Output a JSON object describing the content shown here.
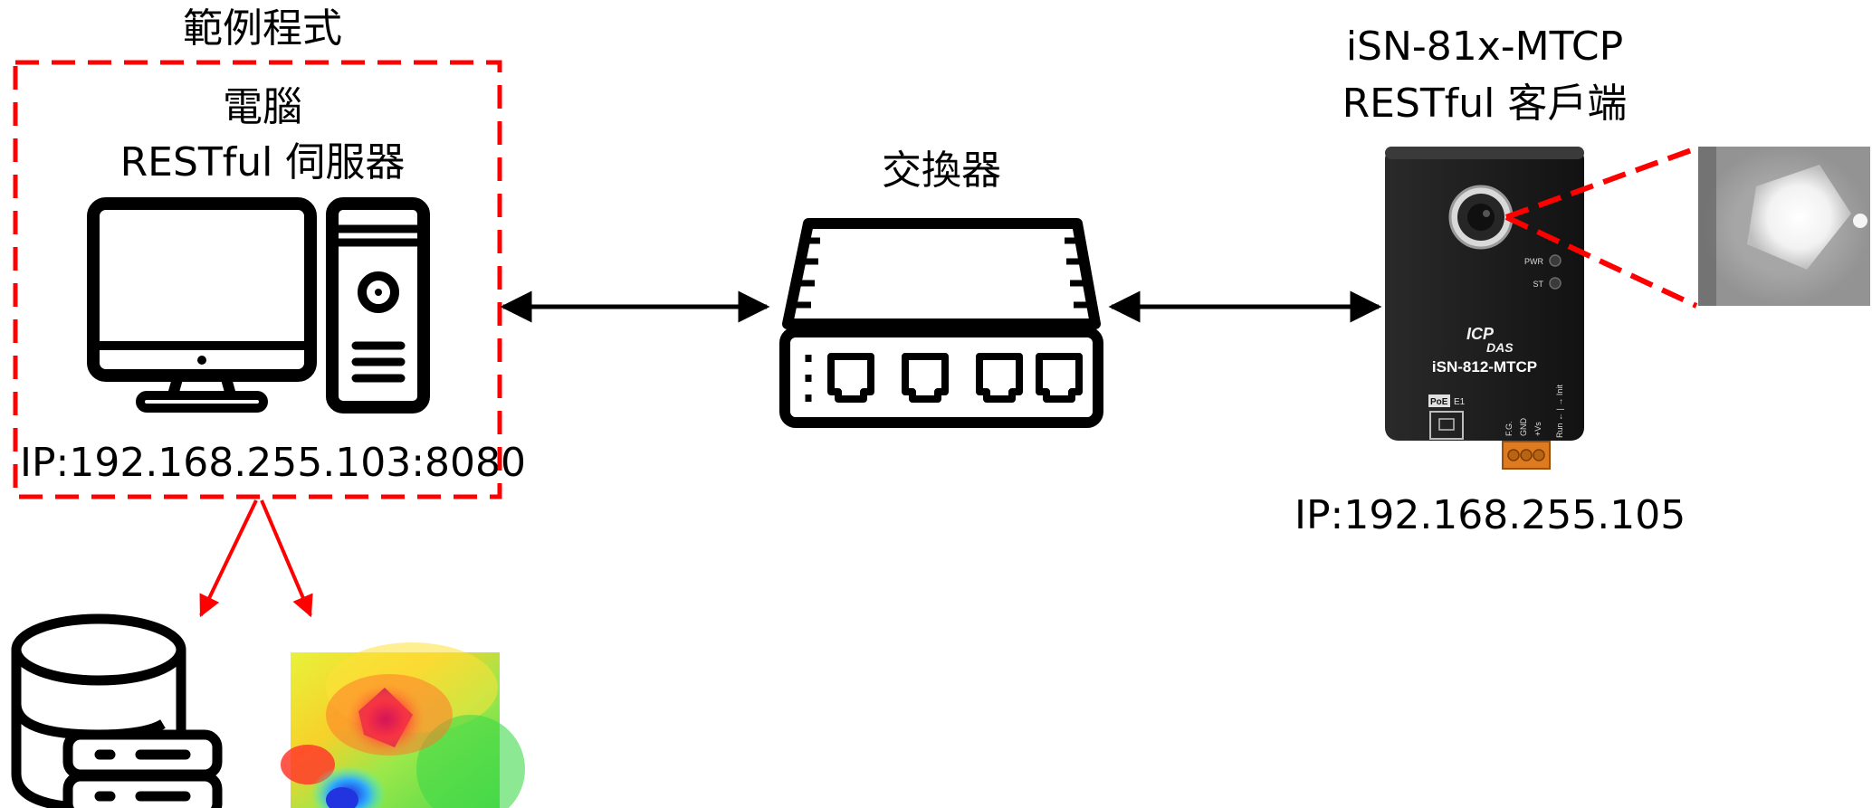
{
  "example_program": {
    "title": "範例程式"
  },
  "pc": {
    "title": "電腦",
    "role": "RESTful 伺服器",
    "ip": "IP:192.168.255.103:8080"
  },
  "switch": {
    "title": "交換器"
  },
  "device": {
    "model_line": "iSN-81x-MTCP",
    "role": "RESTful 客戶端",
    "ip": "IP:192.168.255.105",
    "brand_top": "ICP",
    "brand_bottom": "DAS",
    "label": "iSN-812-MTCP",
    "led_pwr": "PWR",
    "led_st": "ST",
    "poe": "PoE",
    "e1": "E1",
    "terminals": [
      "F.G.",
      "GND",
      "+Vs"
    ],
    "switch_label": "Run ← | → Init"
  },
  "colors": {
    "accent_red": "#ff0000",
    "line": "#000000"
  }
}
